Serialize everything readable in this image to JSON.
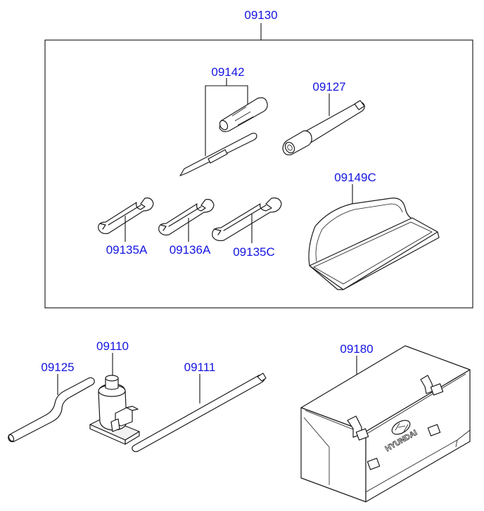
{
  "callouts": {
    "tool_kit": "09130",
    "screwdriver": "09142",
    "socket_wrench": "09127",
    "tool_pouch": "09149C",
    "wrench_a": "09135A",
    "wrench_b": "09136A",
    "wrench_c": "09135C",
    "jack_handle": "09125",
    "jack": "09110",
    "extension_bar": "09111",
    "tool_box": "09180"
  },
  "box_logo_text": "HYUNDAI",
  "colors": {
    "callout": "#1414e0",
    "line": "#1a1a1a",
    "background": "#ffffff"
  }
}
